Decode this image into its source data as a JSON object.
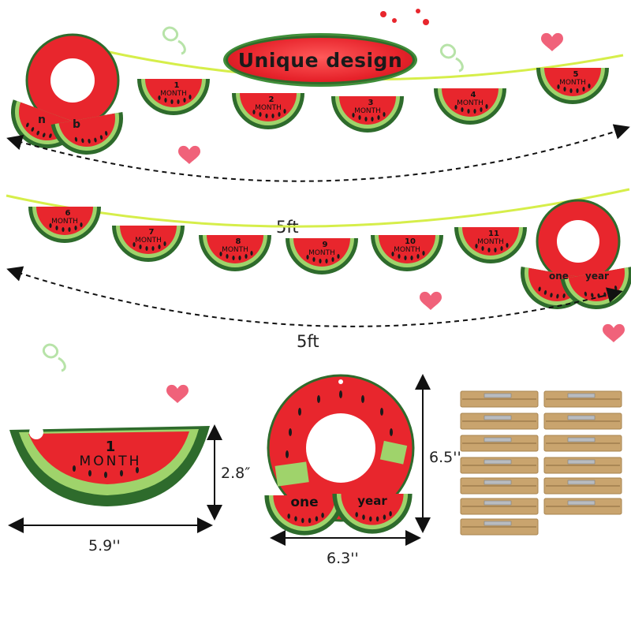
{
  "title": {
    "text": "Unique design"
  },
  "garland_top": {
    "ring_text": [
      "n",
      "b"
    ],
    "pieces": [
      {
        "number": "1",
        "word": "MONTH"
      },
      {
        "number": "2",
        "word": "MONTH"
      },
      {
        "number": "3",
        "word": "MONTH"
      },
      {
        "number": "4",
        "word": "MONTH"
      },
      {
        "number": "5",
        "word": "MONTH"
      }
    ],
    "length_label": "5ft"
  },
  "garland_bottom": {
    "pieces": [
      {
        "number": "6",
        "word": "MONTH"
      },
      {
        "number": "7",
        "word": "MONTH"
      },
      {
        "number": "8",
        "word": "MONTH"
      },
      {
        "number": "9",
        "word": "MONTH"
      },
      {
        "number": "10",
        "word": "MONTH"
      },
      {
        "number": "11",
        "word": "MONTH"
      }
    ],
    "ring_text": [
      "one",
      "year"
    ],
    "length_label": "5ft"
  },
  "detail_slice": {
    "number": "1",
    "word": "MONTH",
    "height_label": "2.8″",
    "width_label": "5.9''"
  },
  "detail_ring": {
    "words": [
      "one",
      "year"
    ],
    "height_label": "6.5''",
    "width_label": "6.3''"
  },
  "clothespins": {
    "count": 13
  },
  "colors": {
    "red": "#e8262d",
    "green_dark": "#2e6b2c",
    "green_light": "#9fd36b",
    "pink": "#f0627a",
    "kraft": "#c9a46e"
  }
}
